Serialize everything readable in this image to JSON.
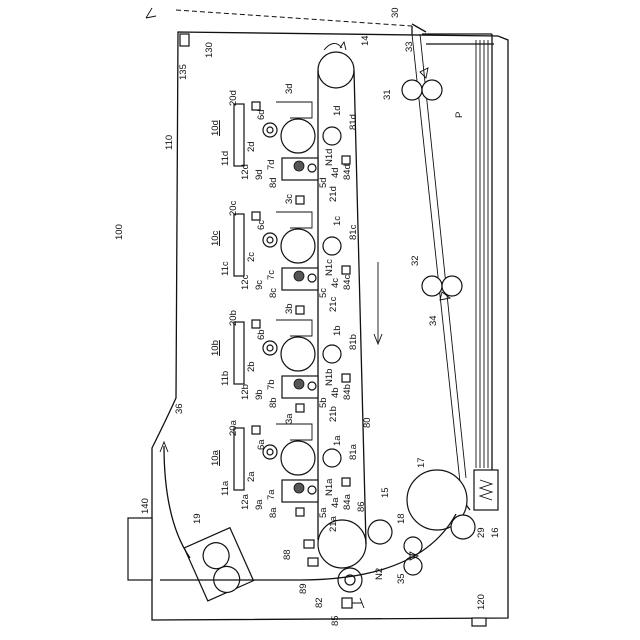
{
  "labels": {
    "body": "100",
    "main_body": "110",
    "cover": "130",
    "sensor": "135",
    "scanner": "140",
    "base": "120",
    "tray": "30",
    "paper": "P",
    "feed_roller": "31",
    "separation_roller": "32",
    "sensor_33": "33",
    "sensor_34": "34",
    "sensor_35": "35",
    "drive_roller": "14",
    "belt": "80",
    "registration_roller": "17",
    "idler": "15",
    "follower": "18",
    "fixing_unit": "19",
    "spring_roll": "29",
    "cassette": "16",
    "secondary_transfer": "86",
    "roller_88": "88",
    "roller_89": "89",
    "cleaner": "82",
    "waste": "85",
    "nip_2": "N2",
    "path_36": "36"
  },
  "units": [
    {
      "unit": "10d",
      "toner": "11d",
      "cleaner": "20d",
      "charger": "3d",
      "exposure": "6d",
      "developer": "2d",
      "drum": "1d",
      "transfer": "81d",
      "waste": "12d",
      "blade": "9d",
      "holder": "7d",
      "nip": "N1d",
      "part_5": "5d",
      "part_4": "4d",
      "part_21": "21d",
      "part_84": "84d",
      "part_8": "8d"
    },
    {
      "unit": "10c",
      "toner": "11c",
      "cleaner": "20c",
      "charger": "3c",
      "exposure": "6c",
      "developer": "2c",
      "drum": "1c",
      "transfer": "81c",
      "waste": "12c",
      "blade": "9c",
      "holder": "7c",
      "nip": "N1c",
      "part_5": "5c",
      "part_4": "4c",
      "part_21": "21c",
      "part_84": "84c",
      "part_8": "8c"
    },
    {
      "unit": "10b",
      "toner": "11b",
      "cleaner": "20b",
      "charger": "3b",
      "exposure": "6b",
      "developer": "2b",
      "drum": "1b",
      "transfer": "81b",
      "waste": "12b",
      "blade": "9b",
      "holder": "7b",
      "nip": "N1b",
      "part_5": "5b",
      "part_4": "4b",
      "part_21": "21b",
      "part_84": "84b",
      "part_8": "8b"
    },
    {
      "unit": "10a",
      "toner": "11a",
      "cleaner": "20a",
      "charger": "3a",
      "exposure": "6a",
      "developer": "2a",
      "drum": "1a",
      "transfer": "81a",
      "waste": "12a",
      "blade": "9a",
      "holder": "7a",
      "nip": "N1a",
      "part_5": "5a",
      "part_4": "4a",
      "part_21": "21a",
      "part_84": "84a",
      "part_8": "8a"
    }
  ]
}
